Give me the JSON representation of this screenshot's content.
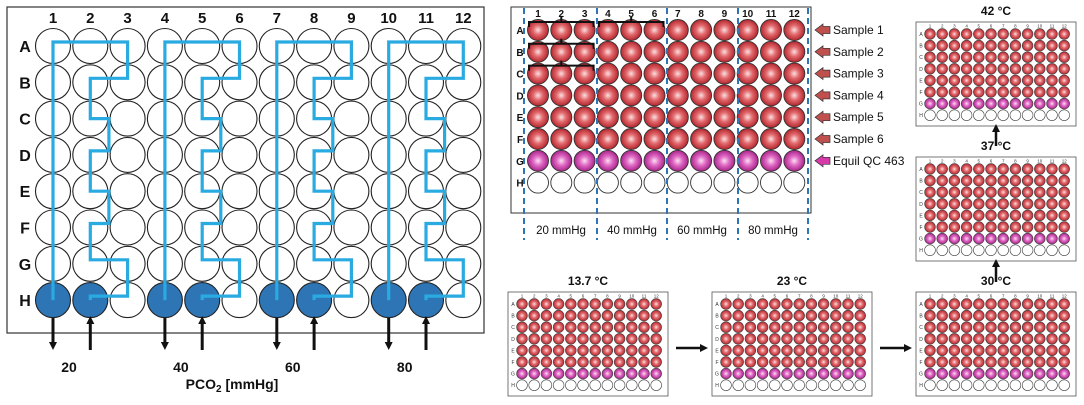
{
  "big_plate": {
    "columns": [
      "1",
      "2",
      "3",
      "4",
      "5",
      "6",
      "7",
      "8",
      "9",
      "10",
      "11",
      "12"
    ],
    "rows": [
      "A",
      "B",
      "C",
      "D",
      "E",
      "F",
      "G",
      "H"
    ],
    "pco2_values": [
      "20",
      "40",
      "60",
      "80"
    ],
    "axis_label_prefix": "PCO",
    "axis_label_sub": "2",
    "axis_label_suffix": " [mmHg]"
  },
  "layout_plate": {
    "columns": [
      "1",
      "2",
      "3",
      "4",
      "5",
      "6",
      "7",
      "8",
      "9",
      "10",
      "11",
      "12"
    ],
    "rows": [
      "A",
      "B",
      "C",
      "D",
      "E",
      "F",
      "G",
      "H"
    ],
    "sample_labels": [
      "Sample 1",
      "Sample 2",
      "Sample 3",
      "Sample 4",
      "Sample 5",
      "Sample 6",
      "Equil QC 463"
    ],
    "group_labels": [
      "20 mmHg",
      "40 mmHg",
      "60 mmHg",
      "80 mmHg"
    ]
  },
  "temperature_plates": [
    {
      "label": "13.7 °C"
    },
    {
      "label": "23 °C"
    },
    {
      "label": "30 °C"
    },
    {
      "label": "37 °C"
    },
    {
      "label": "42 °C"
    }
  ],
  "colors": {
    "path": "#29abe2",
    "filled_well": "#2e75b6",
    "sample_well": "#d9484e",
    "qc_well": "#d63aa9",
    "group_divider": "#2e75b6",
    "sample_arrow": "#c0504d"
  }
}
